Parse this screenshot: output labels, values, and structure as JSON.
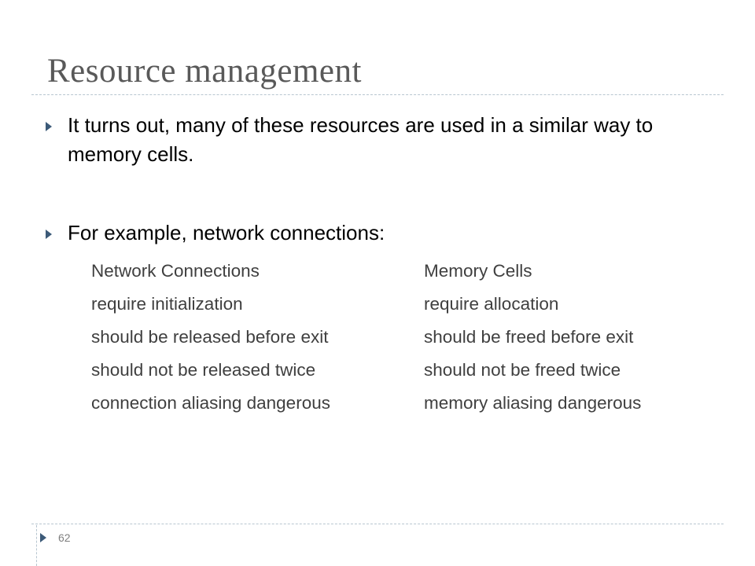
{
  "slide": {
    "title": "Resource management",
    "bullets": [
      "It turns out, many of these resources are used in a similar way to memory cells.",
      "For example, network connections:"
    ],
    "comparison": {
      "headers": [
        "Network Connections",
        "Memory Cells"
      ],
      "rows": [
        [
          "require initialization",
          "require allocation"
        ],
        [
          "should be released before exit",
          "should be freed before exit"
        ],
        [
          "should not be released twice",
          "should not be freed twice"
        ],
        [
          "connection aliasing dangerous",
          "memory aliasing dangerous"
        ]
      ]
    },
    "page_number": "62",
    "colors": {
      "title": "#595959",
      "body_text": "#000000",
      "table_text": "#3f3f3f",
      "bullet_marker": "#3c5a78",
      "rule": "#b8c6d0"
    }
  }
}
